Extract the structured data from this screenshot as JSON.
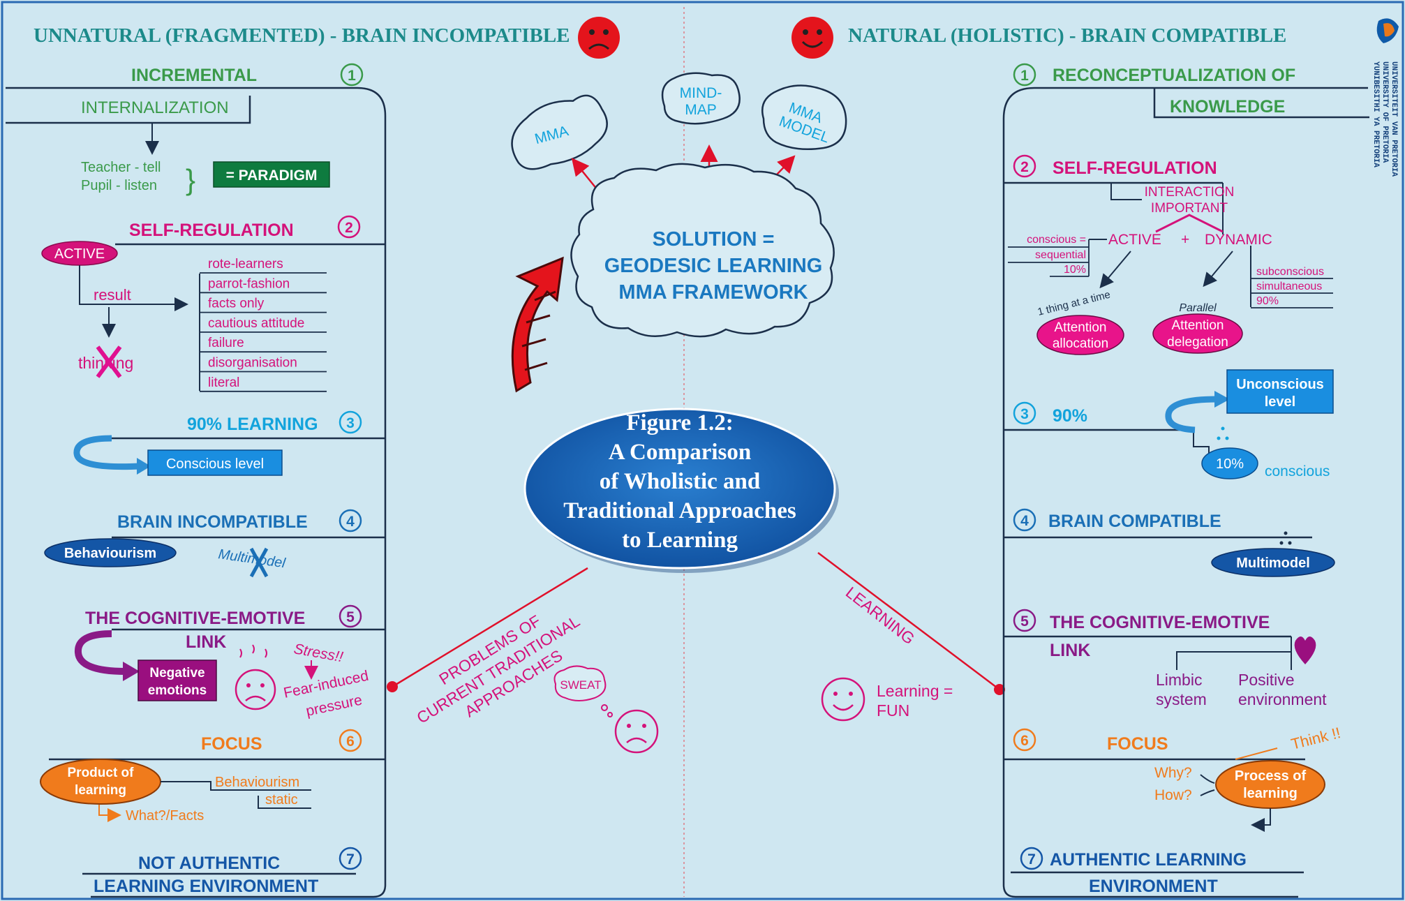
{
  "header": {
    "left_title": "UNNATURAL (FRAGMENTED) - BRAIN INCOMPATIBLE",
    "right_title": "NATURAL (HOLISTIC) - BRAIN COMPATIBLE"
  },
  "university": {
    "lines": [
      "UNIVERSITEIT VAN PRETORIA",
      "UNIVERSITY OF PRETORIA",
      "YUNIBESITHI YA PRETORIA"
    ]
  },
  "center": {
    "figure_lines": [
      "Figure 1.2:",
      "A Comparison",
      "of Wholistic and",
      "Traditional Approaches",
      "to Learning"
    ],
    "solution_lines": [
      "SOLUTION =",
      "GEODESIC LEARNING",
      "MMA FRAMEWORK"
    ],
    "bubble_mma": "MMA",
    "bubble_mindmap_lines": [
      "MIND-",
      "MAP"
    ],
    "bubble_model_lines": [
      "MMA",
      "MODEL"
    ],
    "problems_lines": [
      "PROBLEMS OF",
      "CURRENT TRADITIONAL",
      "APPROACHES"
    ],
    "learning_label": "LEARNING",
    "sweat": "SWEAT",
    "fun_lines": [
      "Learning =",
      "FUN"
    ]
  },
  "left": {
    "s1_num": "1",
    "s1_title": "INCREMENTAL",
    "s1_sub": "INTERNALIZATION",
    "s1_teacher": "Teacher - tell",
    "s1_pupil": "Pupil - listen",
    "s1_brace": "}",
    "s1_paradigm": "= PARADIGM",
    "s2_num": "2",
    "s2_title": "SELF-REGULATION",
    "s2_active": "ACTIVE",
    "s2_result": "result",
    "s2_thinking": "thinking",
    "s2_list": [
      "rote-learners",
      "parrot-fashion",
      "facts only",
      "cautious attitude",
      "failure",
      "disorganisation",
      "literal"
    ],
    "s3_num": "3",
    "s3_title": "90% LEARNING",
    "s3_box": "Conscious level",
    "s4_num": "4",
    "s4_title": "BRAIN INCOMPATIBLE",
    "s4_pill": "Behaviourism",
    "s4_multimodel": "Multimodel",
    "s5_num": "5",
    "s5_title": "THE COGNITIVE-EMOTIVE",
    "s5_link": "LINK",
    "s5_box_lines": [
      "Negative",
      "emotions"
    ],
    "s5_stress": "Stress!!",
    "s5_fear_lines": [
      "Fear-induced",
      "pressure"
    ],
    "s6_num": "6",
    "s6_title": "FOCUS",
    "s6_ellipse_lines": [
      "Product of",
      "learning"
    ],
    "s6_behav": "Behaviourism",
    "s6_static": "static",
    "s6_what": "What?/Facts",
    "s7_num": "7",
    "s7_line1": "NOT AUTHENTIC",
    "s7_line2": "LEARNING ENVIRONMENT"
  },
  "right": {
    "s1_num": "1",
    "s1_title": "RECONCEPTUALIZATION OF",
    "s1_sub": "KNOWLEDGE",
    "s2_num": "2",
    "s2_title": "SELF-REGULATION",
    "s2_interaction_lines": [
      "INTERACTION",
      "IMPORTANT"
    ],
    "s2_active": "ACTIVE",
    "s2_plus": "+",
    "s2_dynamic": "DYNAMIC",
    "s2_left_list": [
      "conscious =",
      "sequential",
      "10%"
    ],
    "s2_right_list": [
      "subconscious",
      "simultaneous",
      "90%"
    ],
    "s2_one_thing": "1 thing at a time",
    "s2_parallel": "Parallel",
    "s2_alloc_lines": [
      "Attention",
      "allocation"
    ],
    "s2_deleg_lines": [
      "Attention",
      "delegation"
    ],
    "s3_num": "3",
    "s3_title": "90%",
    "s3_box_lines": [
      "Unconscious",
      "level"
    ],
    "s3_ten": "10%",
    "s3_conscious": "conscious",
    "s4_num": "4",
    "s4_title": "BRAIN COMPATIBLE",
    "s4_pill": "Multimodel",
    "s5_num": "5",
    "s5_title": "THE COGNITIVE-EMOTIVE",
    "s5_link": "LINK",
    "s5_limbic_lines": [
      "Limbic",
      "system"
    ],
    "s5_positive_lines": [
      "Positive",
      "environment"
    ],
    "s6_num": "6",
    "s6_title": "FOCUS",
    "s6_think": "Think !!",
    "s6_why": "Why?",
    "s6_how": "How?",
    "s6_ellipse_lines": [
      "Process of",
      "learning"
    ],
    "s7_num": "7",
    "s7_line1": "AUTHENTIC LEARNING",
    "s7_line2": "ENVIRONMENT"
  },
  "colors": {
    "background": "#cfe7f1",
    "green": "#3a9a4a",
    "magenta": "#d4127a",
    "blue": "#1a6fb6",
    "purple": "#8a1a86",
    "orange": "#f07b1c",
    "red": "#e0102a",
    "dark_blue": "#1456a6",
    "cyan": "#12a3dc"
  }
}
